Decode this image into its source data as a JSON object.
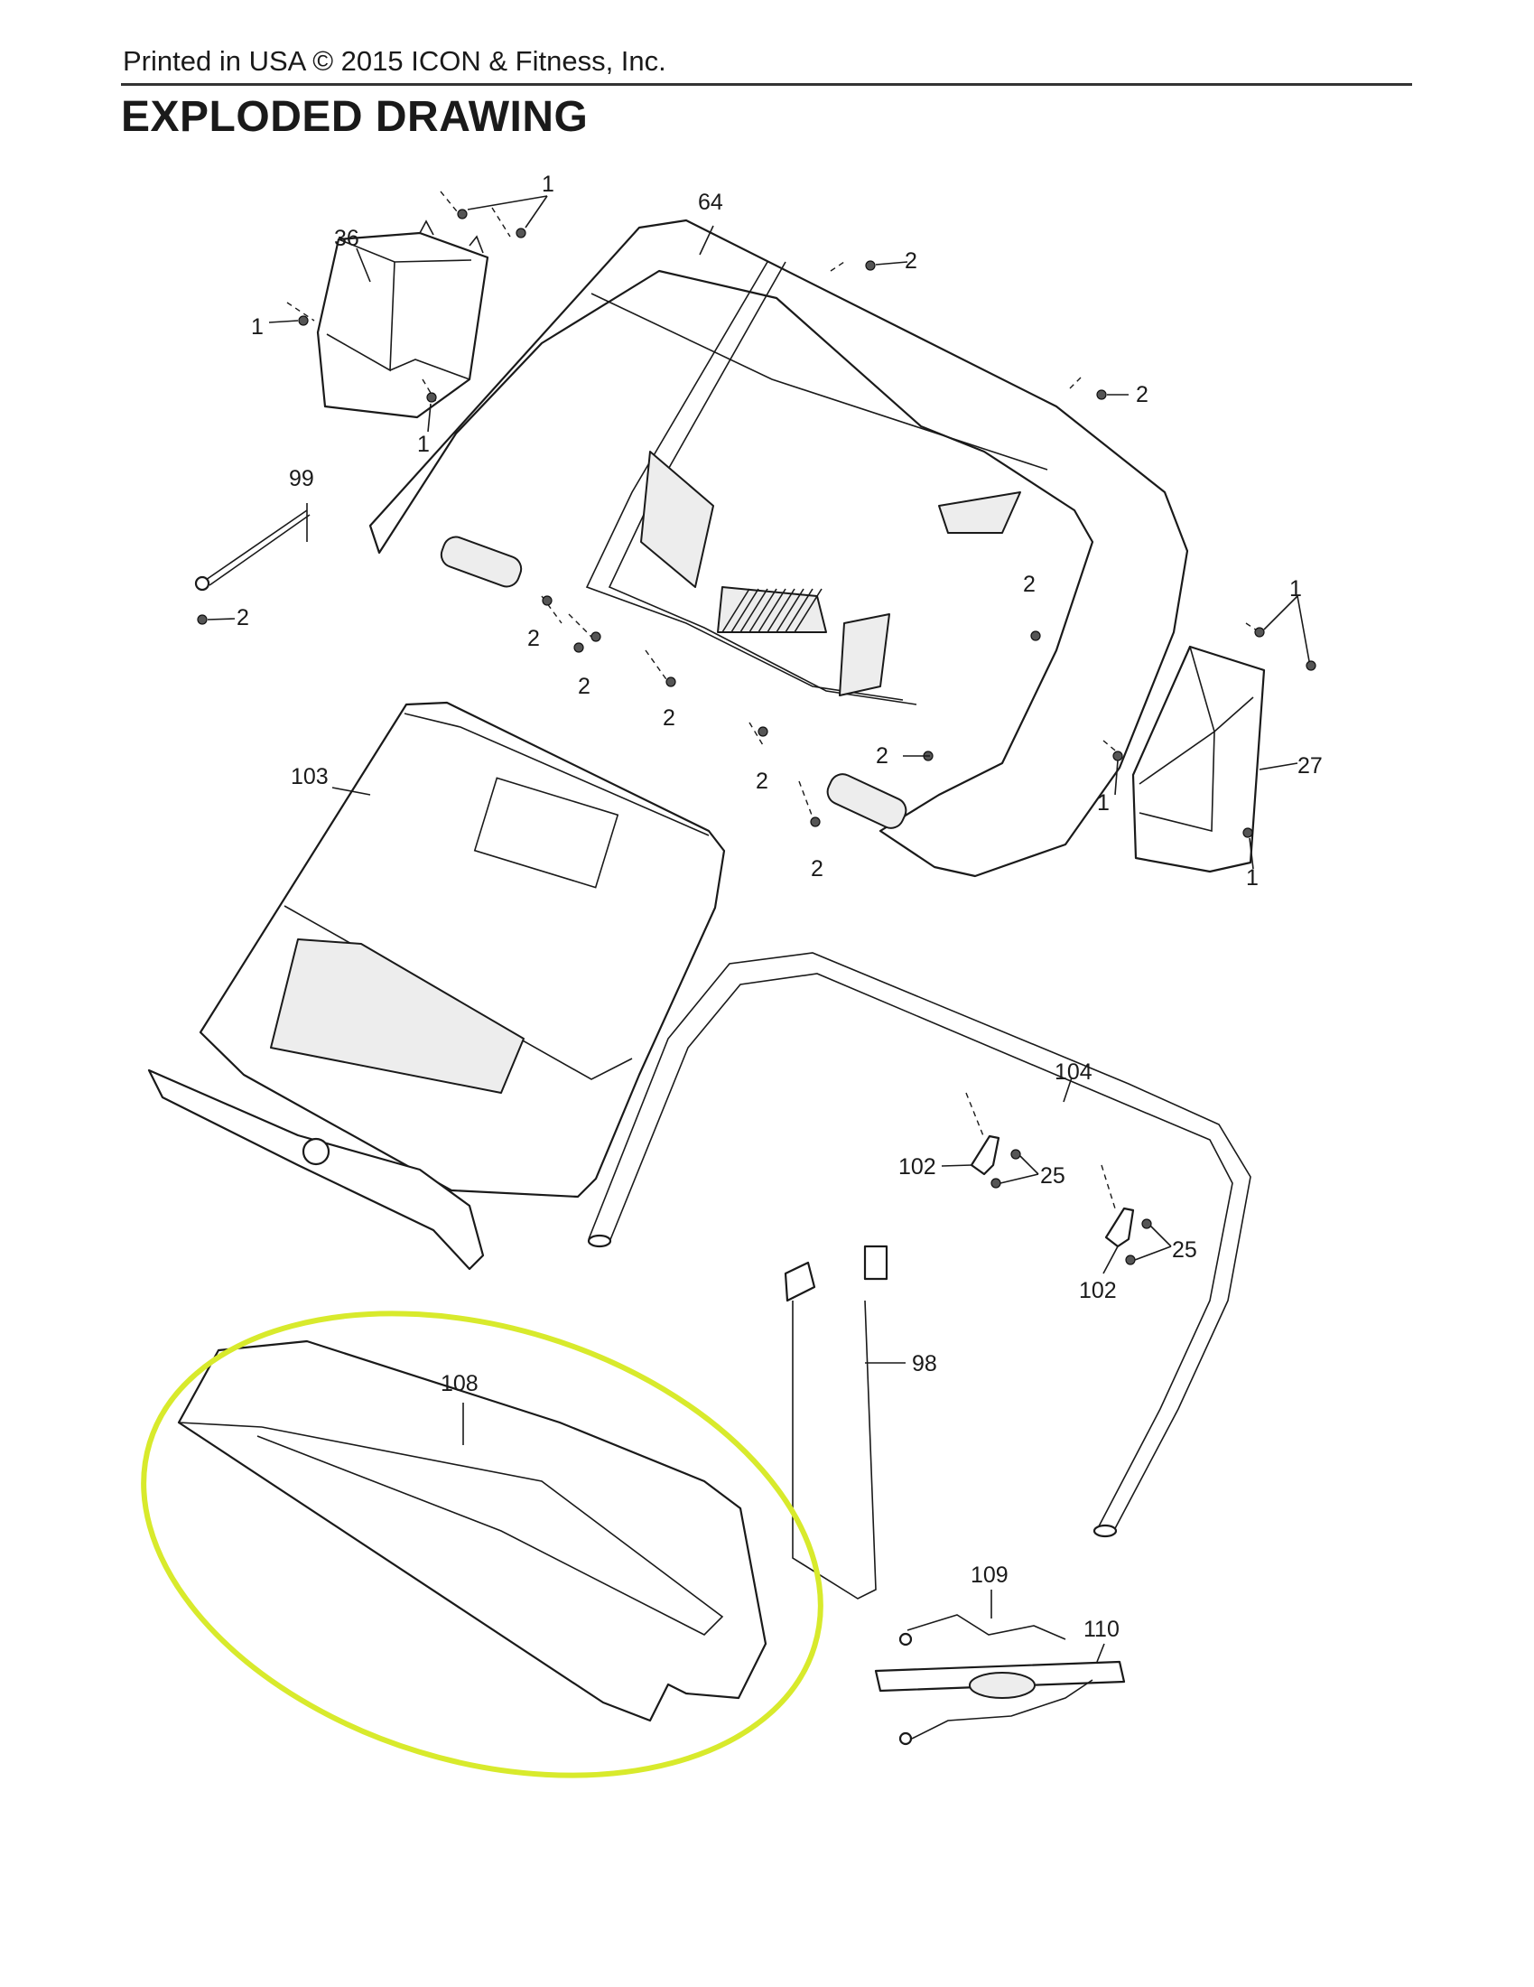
{
  "header": {
    "printed_line": "Printed in USA © 2015 ICON & Fitness, Inc.",
    "title": "EXPLODED DRAWING"
  },
  "callouts": {
    "c1_top": "1",
    "c36": "36",
    "c1_left": "1",
    "c1_bottom": "1",
    "c64": "64",
    "c2_top": "2",
    "c2_right": "2",
    "c99": "99",
    "c2_tie": "2",
    "c2_a": "2",
    "c2_b": "2",
    "c2_c": "2",
    "c2_d": "2",
    "c2_e": "2",
    "c2_f": "2",
    "c2_g": "2",
    "c1_r_top": "1",
    "c27": "27",
    "c1_r_left": "1",
    "c1_r_bottom": "1",
    "c103": "103",
    "c104": "104",
    "c102_a": "102",
    "c25_a": "25",
    "c25_b": "25",
    "c102_b": "102",
    "c108": "108",
    "c98": "98",
    "c109": "109",
    "c110": "110"
  },
  "highlight_color": "#d8ea2c"
}
